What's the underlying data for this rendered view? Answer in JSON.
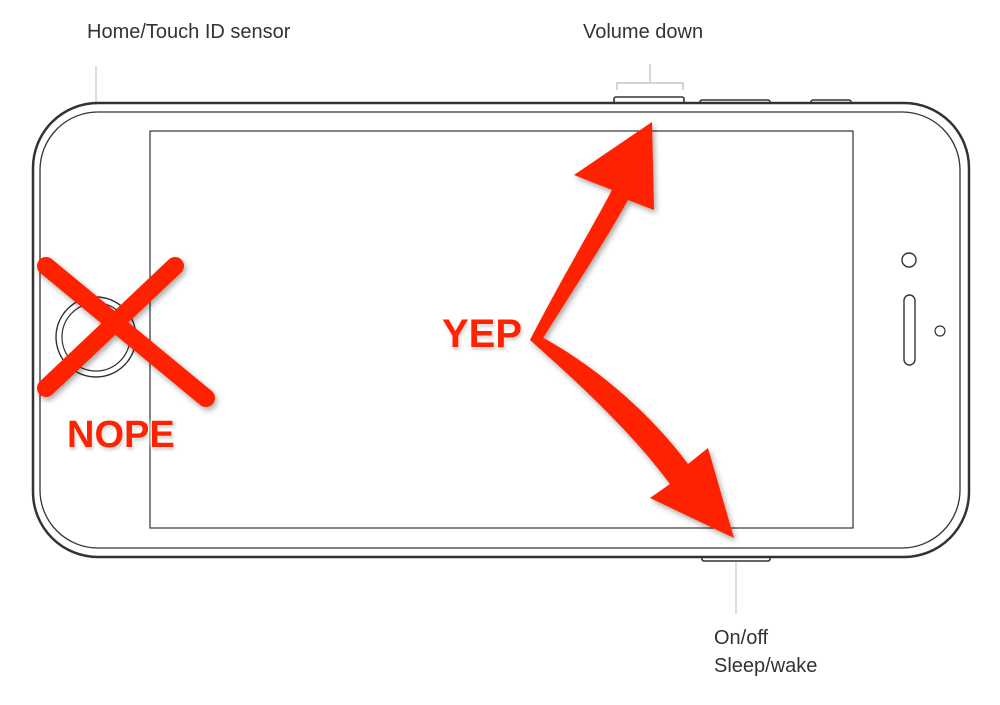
{
  "labels": {
    "home_sensor": "Home/Touch ID sensor",
    "volume_down": "Volume down",
    "on_off": "On/off",
    "sleep_wake": "Sleep/wake"
  },
  "callouts": {
    "nope": "NOPE",
    "yep": "YEP"
  },
  "colors": {
    "outline": "#333333",
    "callout_red": "#ff2200",
    "leader_line": "#bbbbbb"
  }
}
